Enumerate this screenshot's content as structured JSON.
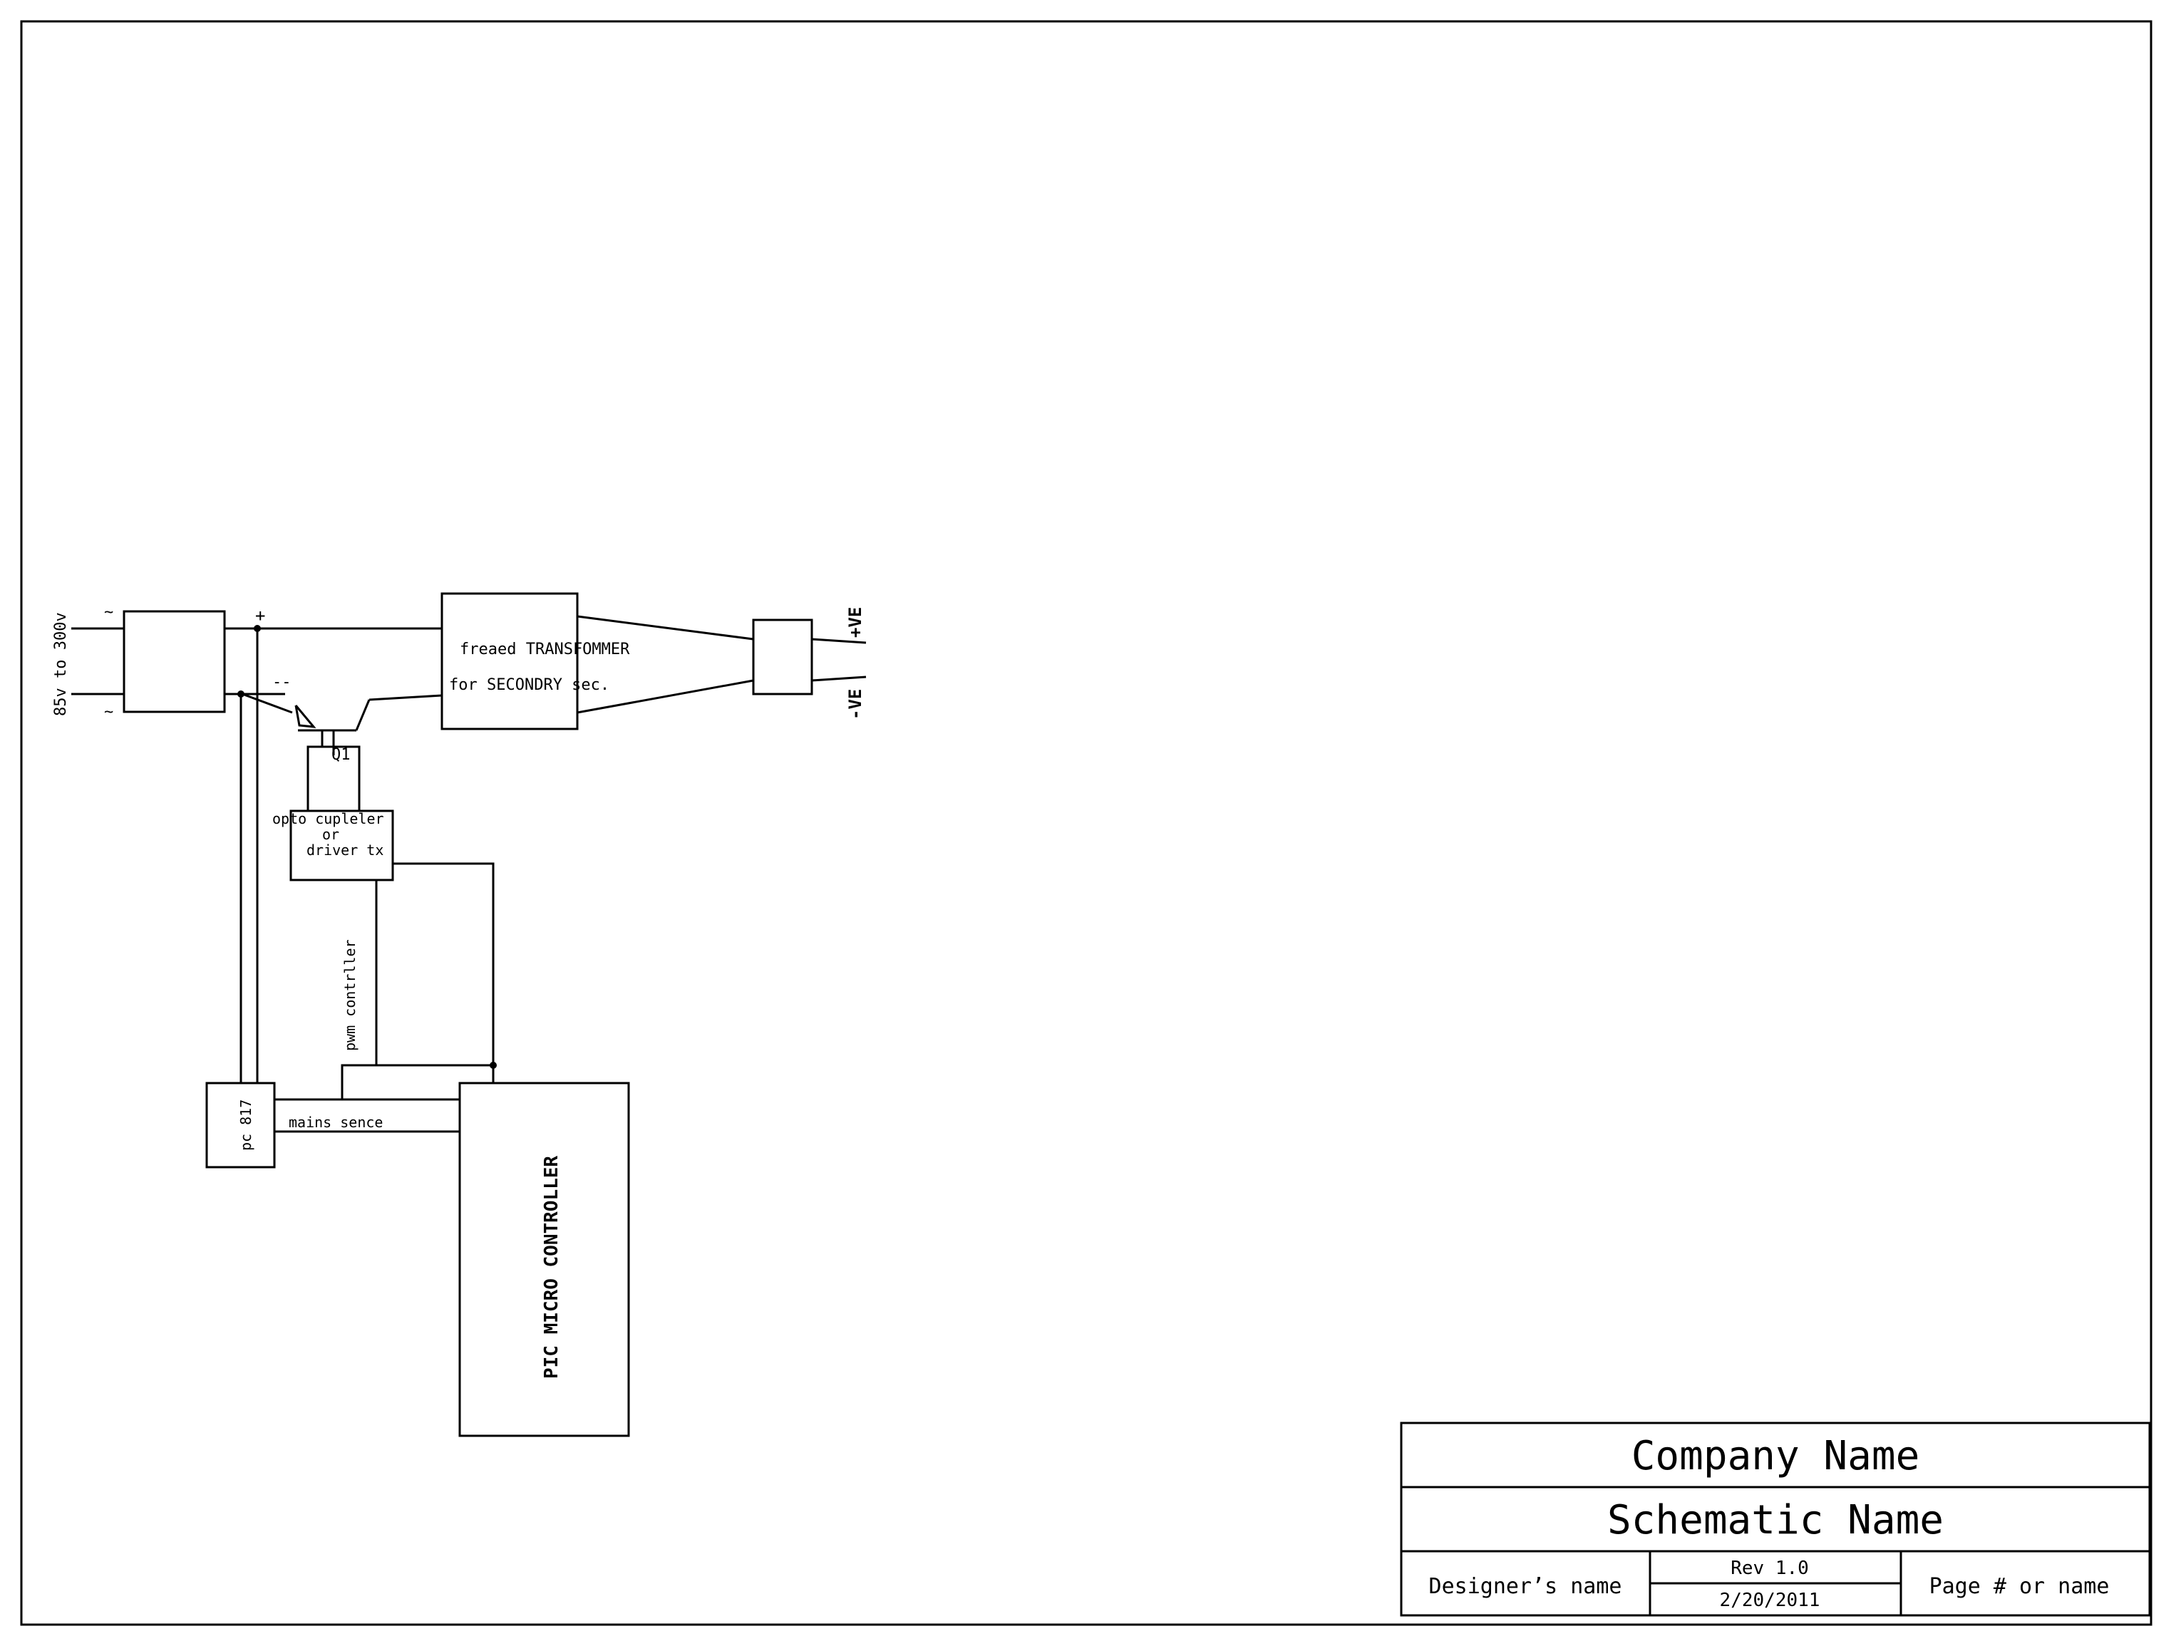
{
  "schematic": {
    "input_label": "85v to 300v",
    "ac_tilde_top": "~",
    "ac_tilde_bottom": "~",
    "bridge_plus": "+",
    "bridge_minus": "--",
    "transformer_line1": "freaed TRANSFOMMER",
    "transformer_line2": "for SECONDRY sec.",
    "output_pos": "+VE",
    "output_neg": "-VE",
    "q1_label": "Q1",
    "driver_line1": "opto cupleler",
    "driver_line2": "or",
    "driver_line3": "driver tx",
    "pwm_label": "pwm contrller",
    "opto_label": "pc 817",
    "mains_label": "mains sence",
    "mcu_label": "PIC MICRO CONTROLLER"
  },
  "title_block": {
    "company": "Company Name",
    "schematic_name": "Schematic Name",
    "designer": "Designer’s name",
    "rev": "Rev 1.0",
    "date": "2/20/2011",
    "page": "Page # or name"
  }
}
